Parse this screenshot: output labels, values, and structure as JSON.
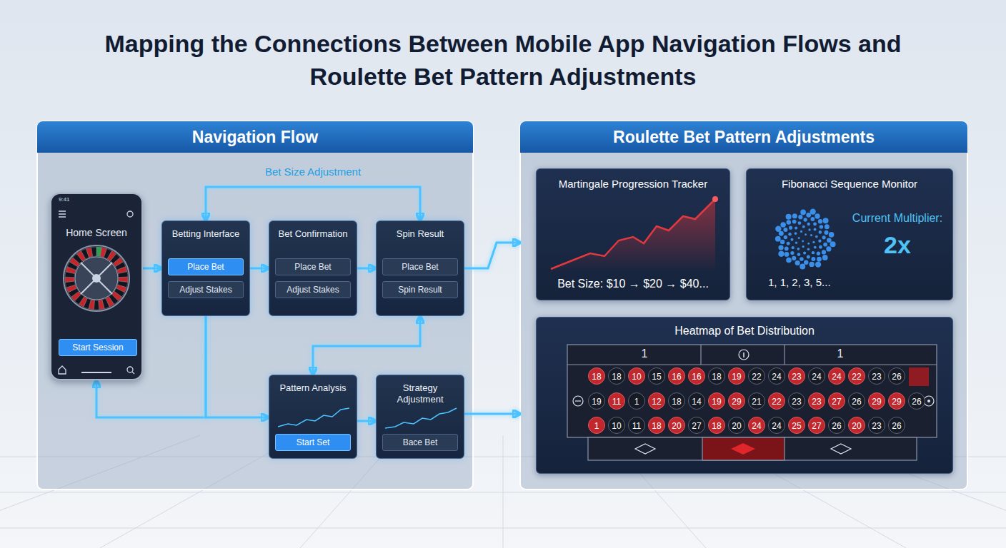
{
  "diagram": {
    "title": "Mapping the Connections Between Mobile App Navigation Flows and Roulette Bet Pattern Adjustments",
    "nodes": [
      {
        "text": [
          "Navigation Flow"
        ]
      },
      {
        "text": [
          "Home Screen"
        ],
        "in": 0
      },
      {
        "text": [
          "Start Session"
        ],
        "in": 1
      },
      {
        "text": [
          "Betting Interface"
        ],
        "in": 0
      },
      {
        "text": [
          "Place Bet"
        ],
        "in": 3
      },
      {
        "text": [
          "Adjust Stakes"
        ],
        "in": 3
      },
      {
        "text": [
          "Bet Confirmation"
        ],
        "in": 0
      },
      {
        "text": [
          "Place Bet"
        ],
        "in": 6
      },
      {
        "text": [
          "Adjust Stakes"
        ],
        "in": 6
      },
      {
        "text": [
          "Spin Result"
        ],
        "in": 0
      },
      {
        "text": [
          "Place Bet"
        ],
        "in": 9
      },
      {
        "text": [
          "Spin Result"
        ],
        "in": 9
      },
      {
        "text": [
          "Pattern Analysis"
        ],
        "in": 0
      },
      {
        "text": [
          "Start Set"
        ],
        "in": 12
      },
      {
        "text": [
          "Strategy Adjustment"
        ],
        "in": 0
      },
      {
        "text": [
          "Bace Bet"
        ],
        "in": 14
      },
      {
        "text": [
          "Roulette Bet Pattern Adjustments"
        ]
      },
      {
        "text": [
          "Martingale Progression Tracker",
          "Bet Size: $10 → $20 → $40..."
        ],
        "in": 16
      },
      {
        "text": [
          "Fibonacci Sequence Monitor",
          "Current Multiplier:",
          "2x",
          "1, 1, 2, 3, 5..."
        ],
        "in": 16
      },
      {
        "text": [
          "Heatmap of Bet Distribution"
        ],
        "in": 16
      }
    ],
    "edges": [
      {
        "from": 1,
        "to": 3,
        "arrow": "to"
      },
      {
        "from": 3,
        "to": 6,
        "arrow": "to"
      },
      {
        "from": 6,
        "to": 9,
        "arrow": "to"
      },
      {
        "from": 3,
        "to": 9,
        "label": "Bet Size Adjustment",
        "arrow": "both"
      },
      {
        "from": 9,
        "to": 16,
        "arrow": "to"
      },
      {
        "from": 3,
        "to": 1,
        "arrow": "to"
      },
      {
        "from": 3,
        "to": 12,
        "arrow": "to"
      },
      {
        "from": 12,
        "to": 9,
        "arrow": "both"
      },
      {
        "from": 12,
        "to": 14,
        "arrow": "to"
      },
      {
        "from": 14,
        "to": 16,
        "arrow": "to"
      }
    ],
    "labels": [
      "9:41",
      "1",
      "1",
      "18",
      "18",
      "10",
      "15",
      "16",
      "16",
      "18",
      "19",
      "22",
      "24",
      "23",
      "24",
      "24",
      "22",
      "23",
      "26",
      "19",
      "11",
      "1",
      "12",
      "18",
      "14",
      "19",
      "29",
      "21",
      "22",
      "23",
      "23",
      "27",
      "26",
      "29",
      "29",
      "26",
      "1",
      "10",
      "11",
      "18",
      "20",
      "27",
      "18",
      "20",
      "24",
      "24",
      "25",
      "27",
      "26",
      "20",
      "23",
      "26"
    ]
  }
}
